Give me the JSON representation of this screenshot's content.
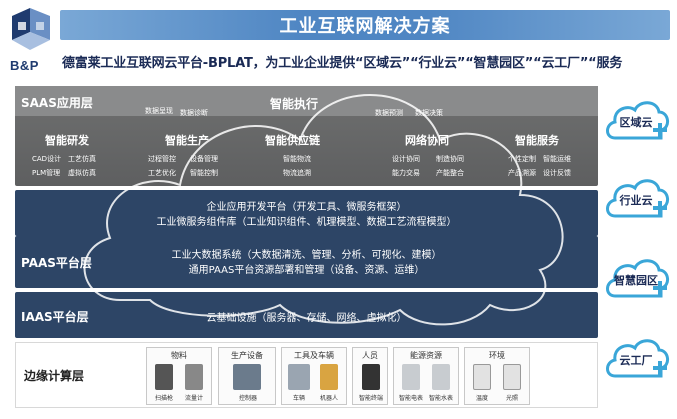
{
  "header": {
    "logo_text": "B&P",
    "title": "工业互联网解决方案",
    "subtitle": "德富莱工业互联网云平台-BPLAT，为工业企业提供“区域云”“行业云”“智慧园区”“云工厂”“服务"
  },
  "saas": {
    "label": "SAAS应用层",
    "top_center": "智能执行",
    "top_small": [
      "数据呈现",
      "数据诊断",
      "数据预测",
      "数据决策"
    ],
    "categories": [
      {
        "name": "智能研发",
        "items": [
          "CAD设计",
          "工艺仿真",
          "PLM管理",
          "虚拟仿真"
        ]
      },
      {
        "name": "智能生产",
        "items": [
          "过程管控",
          "设备管理",
          "工艺优化",
          "智能控制"
        ]
      },
      {
        "name": "智能供应链",
        "items": [
          "智能物流",
          "物流追溯"
        ]
      },
      {
        "name": "网络协同",
        "items": [
          "设计协同",
          "制造协同",
          "能力交易",
          "产能整合"
        ]
      },
      {
        "name": "智能服务",
        "items": [
          "个性定制",
          "智能运维",
          "产品溯源",
          "设计反馈"
        ]
      }
    ]
  },
  "mid": {
    "line1": "企业应用开发平台（开发工具、微服务框架）",
    "line2": "工业微服务组件库（工业知识组件、机理模型、数据工艺流程模型）"
  },
  "paas": {
    "label": "PAAS平台层",
    "line1": "工业大数据系统（大数据清洗、管理、分析、可视化、建模）",
    "line2": "通用PAAS平台资源部署和管理（设备、资源、运维）"
  },
  "iaas": {
    "label": "IAAS平台层",
    "line1": "云基础设施（服务器、存储、网络、虚拟化）"
  },
  "edge": {
    "label": "边缘计算层",
    "groups": [
      {
        "title": "物料",
        "items": [
          "扫描枪",
          "流量计"
        ]
      },
      {
        "title": "生产设备",
        "items": [
          "控制器"
        ]
      },
      {
        "title": "工具及车辆",
        "items": [
          "车辆",
          "机器人"
        ]
      },
      {
        "title": "人员",
        "items": [
          "智能终端"
        ]
      },
      {
        "title": "能源资源",
        "items": [
          "智能电表",
          "智能水表"
        ]
      },
      {
        "title": "环境",
        "items": [
          "温度",
          "光照"
        ]
      }
    ]
  },
  "right_clouds": [
    "区域云",
    "行业云",
    "智慧园区",
    "云工厂"
  ],
  "colors": {
    "accent": "#4f86c3",
    "dark_layer": "#2d4566",
    "saas": "#6f7070"
  }
}
